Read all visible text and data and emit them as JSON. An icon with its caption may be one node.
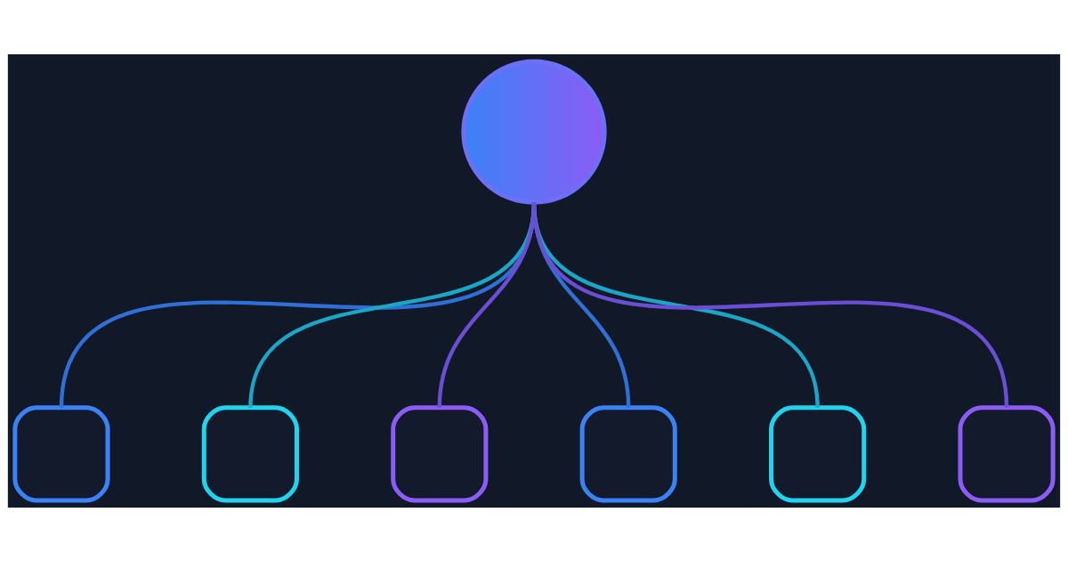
{
  "diagram": {
    "nodes": [
      {
        "text": [],
        "shape": "circle"
      },
      {
        "text": [],
        "shape": "box"
      },
      {
        "text": [],
        "shape": "box"
      },
      {
        "text": [],
        "shape": "box"
      },
      {
        "text": [],
        "shape": "box"
      },
      {
        "text": [],
        "shape": "box"
      },
      {
        "text": [],
        "shape": "box"
      }
    ],
    "edges": [
      {
        "from": 0,
        "to": 1,
        "arrow": "none",
        "color": "#2f6fd6"
      },
      {
        "from": 0,
        "to": 2,
        "arrow": "none",
        "color": "#1ba6c6"
      },
      {
        "from": 0,
        "to": 3,
        "arrow": "none",
        "color": "#6a4fd4"
      },
      {
        "from": 0,
        "to": 4,
        "arrow": "none",
        "color": "#2f6fd6"
      },
      {
        "from": 0,
        "to": 5,
        "arrow": "none",
        "color": "#1ba6c6"
      },
      {
        "from": 0,
        "to": 6,
        "arrow": "none",
        "color": "#6a4fd4"
      }
    ]
  }
}
